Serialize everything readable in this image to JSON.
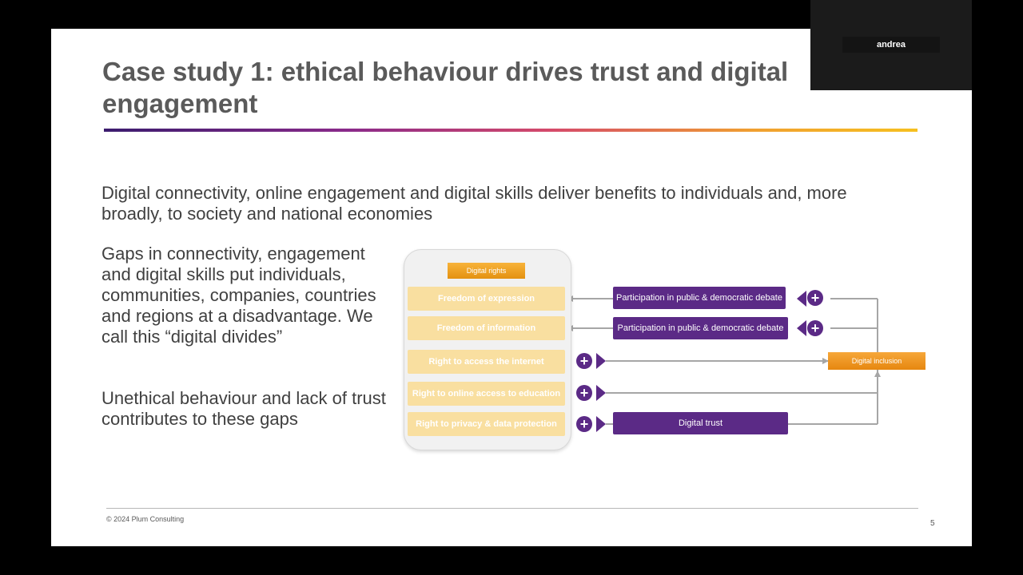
{
  "slide": {
    "title": "Case study 1: ethical behaviour drives trust and digital engagement",
    "paragraph_1": "Digital connectivity, online engagement and digital skills deliver benefits to individuals and, more broadly, to society and national economies",
    "paragraph_2": "Gaps in connectivity, engagement and digital skills put individuals, communities, companies, countries and regions at a disadvantage. We call this “digital divides”",
    "paragraph_3": "Unethical behaviour and lack of trust contributes to these gaps",
    "footer": "©   2024 Plum Consulting",
    "page_number": "5"
  },
  "diagram": {
    "digital_rights_label": "Digital rights",
    "rights": [
      "Freedom of expression",
      "Freedom of information",
      "Right to access the internet",
      "Right to online access to education",
      "Right to privacy & data protection"
    ],
    "participation_1": "Participation in public & democratic debate",
    "participation_2": "Participation in public & democratic debate",
    "digital_trust": "Digital trust",
    "digital_inclusion": "Digital inclusion",
    "plus_symbol": "+"
  },
  "video_call": {
    "participant_name": "andrea"
  },
  "colors": {
    "background": "#000000",
    "slide": "#ffffff",
    "title_text": "#5a5a5a",
    "body_text": "#404040",
    "purple": "#5b2a86",
    "rights_box": "#f9dfa0",
    "orange": "#e6870f"
  }
}
